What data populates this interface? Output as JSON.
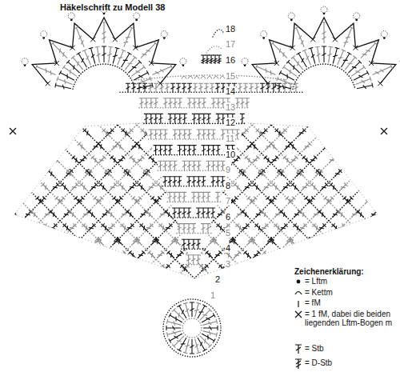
{
  "diagram": {
    "title": "Häkelschrift zu Modell 38",
    "labels": [
      "Zeichenerklärung:",
      "18",
      "17",
      "16",
      "15",
      "14",
      "13",
      "12",
      "11",
      "10",
      "9",
      "8",
      "7",
      "6",
      "5",
      "4",
      "3",
      "2",
      "1"
    ],
    "legend": [
      {
        "text": "= Lftm"
      },
      {
        "text": "= Kettm"
      },
      {
        "text": "= fM"
      },
      {
        "text": "= 1 fM, dabei die beiden liegenden Lftm-Bogen m"
      },
      {
        "text": "= Stb"
      },
      {
        "text": "= D-Stb"
      }
    ]
  }
}
